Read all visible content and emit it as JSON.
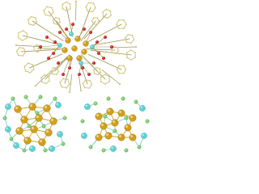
{
  "figure": {
    "background": "#ffffff",
    "panels": [
      {
        "id": "top",
        "content": "cluster-with-ligands"
      },
      {
        "id": "bottom-left",
        "content": "metal-core-view-1"
      },
      {
        "id": "bottom-right",
        "content": "metal-core-view-2"
      }
    ],
    "colors": {
      "metal_gold": "#d4a017",
      "metal_gold_dark": "#8a6508",
      "metal_cyan": "#5fd1d4",
      "metal_cyan_dark": "#2a9aa0",
      "oxygen": "#e02020",
      "ligand_carbon": "#d2ca7a",
      "ligand_bond": "#9a9150",
      "phenyl_ring": "#c8bf6a",
      "core_bond_gold": "#c9a020",
      "core_bond_cyan": "#3fb7b2",
      "halide_green": "#7ed46a"
    }
  }
}
